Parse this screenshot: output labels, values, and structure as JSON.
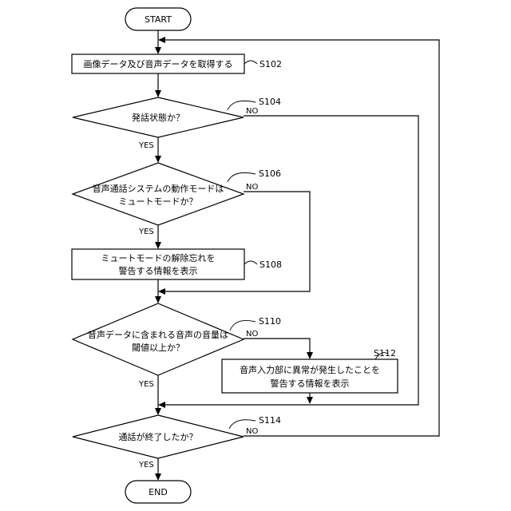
{
  "nodes": {
    "start": "START",
    "s102": "画像データ及び音声データを取得する",
    "s104": "発話状態か？",
    "s106_line1": "音声通話システムの動作モードは",
    "s106_line2": "ミュートモードか？",
    "s108_line1": "ミュートモードの解除忘れを",
    "s108_line2": "警告する情報を表示",
    "s110_line1": "音声データに含まれる音声の音量は",
    "s110_line2": "閾値以上か？",
    "s112_line1": "音声入力部に異常が発生したことを",
    "s112_line2": "警告する情報を表示",
    "s114": "通話が終了したか？",
    "end": "END"
  },
  "step_labels": {
    "s102": "S102",
    "s104": "S104",
    "s106": "S106",
    "s108": "S108",
    "s110": "S110",
    "s112": "S112",
    "s114": "S114"
  },
  "branch_labels": {
    "s104_no": "NO",
    "s104_yes": "YES",
    "s106_no": "NO",
    "s106_yes": "YES",
    "s110_no": "NO",
    "s110_yes": "YES",
    "s114_no": "NO",
    "s114_yes": "YES"
  }
}
